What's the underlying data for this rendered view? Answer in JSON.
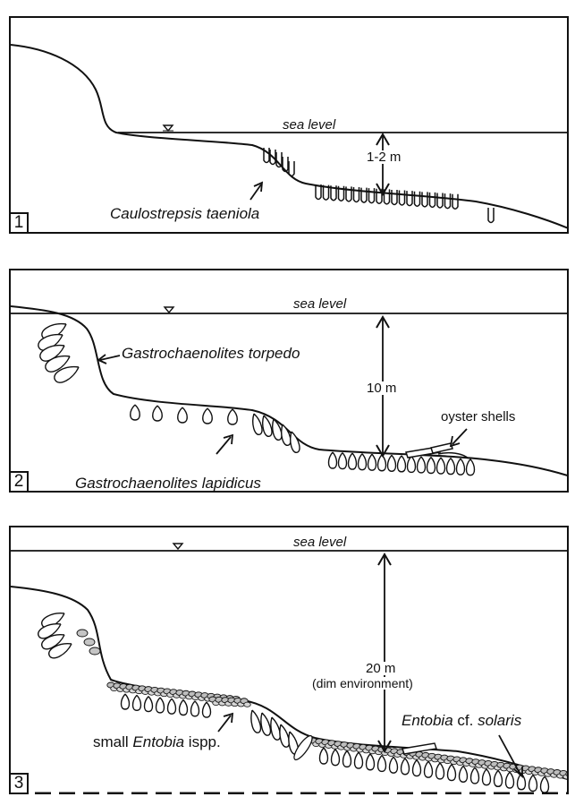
{
  "panel1": {
    "number": "1",
    "sea_level": "sea level",
    "depth": "1-2 m",
    "species": "Caulostrepsis taeniola"
  },
  "panel2": {
    "number": "2",
    "sea_level": "sea level",
    "depth": "10 m",
    "species_upper": "Gastrochaenolites torpedo",
    "species_lower": "Gastrochaenolites lapidicus",
    "shells": "oyster shells"
  },
  "panel3": {
    "number": "3",
    "sea_level": "sea level",
    "depth": "20 m",
    "depth_note": "(dim environment)",
    "entobia_prefix": "small ",
    "entobia_genus": "Entobia",
    "entobia_suffix": " ispp.",
    "solaris_genus": "Entobia",
    "solaris_mid": " cf. ",
    "solaris_species": "solaris"
  }
}
